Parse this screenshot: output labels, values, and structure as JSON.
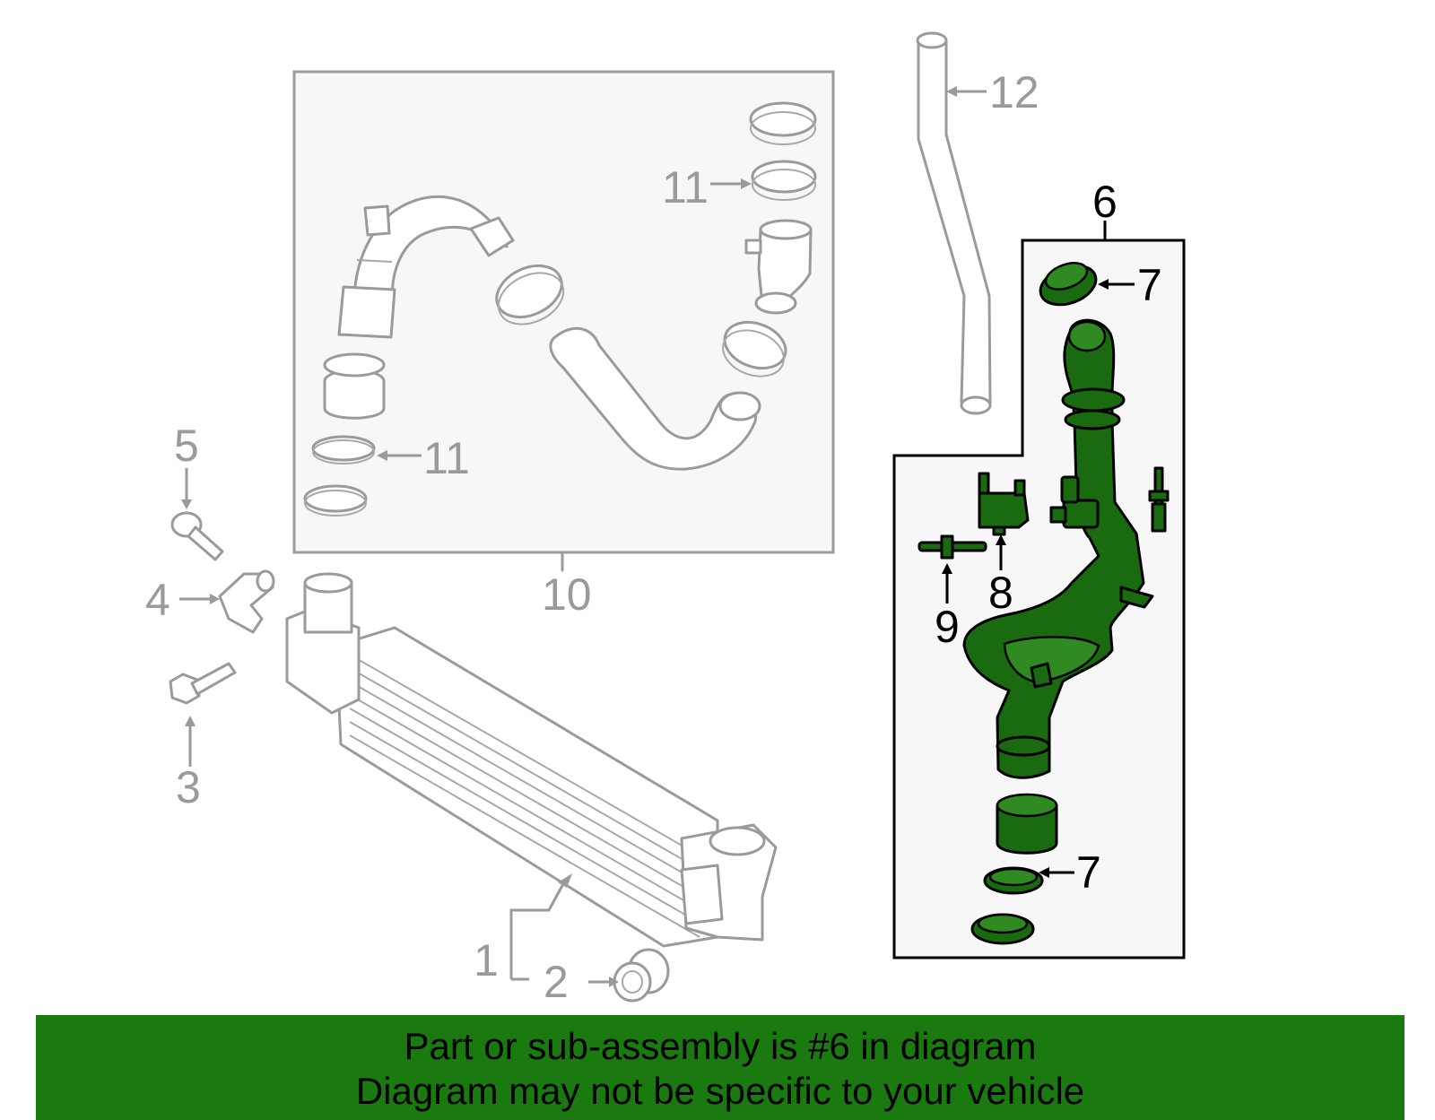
{
  "callouts": {
    "c1": "1",
    "c2": "2",
    "c3": "3",
    "c4": "4",
    "c5": "5",
    "c6": "6",
    "c7a": "7",
    "c7b": "7",
    "c8": "8",
    "c9": "9",
    "c10": "10",
    "c11a": "11",
    "c11b": "11",
    "c12": "12"
  },
  "banner": {
    "line1": "Part or sub-assembly is #6 in diagram",
    "line2": "Diagram may not be specific to your vehicle"
  },
  "colors": {
    "highlight": "#1a6b10",
    "banner": "#1a7a10",
    "lineart": "#9a9a9a"
  }
}
